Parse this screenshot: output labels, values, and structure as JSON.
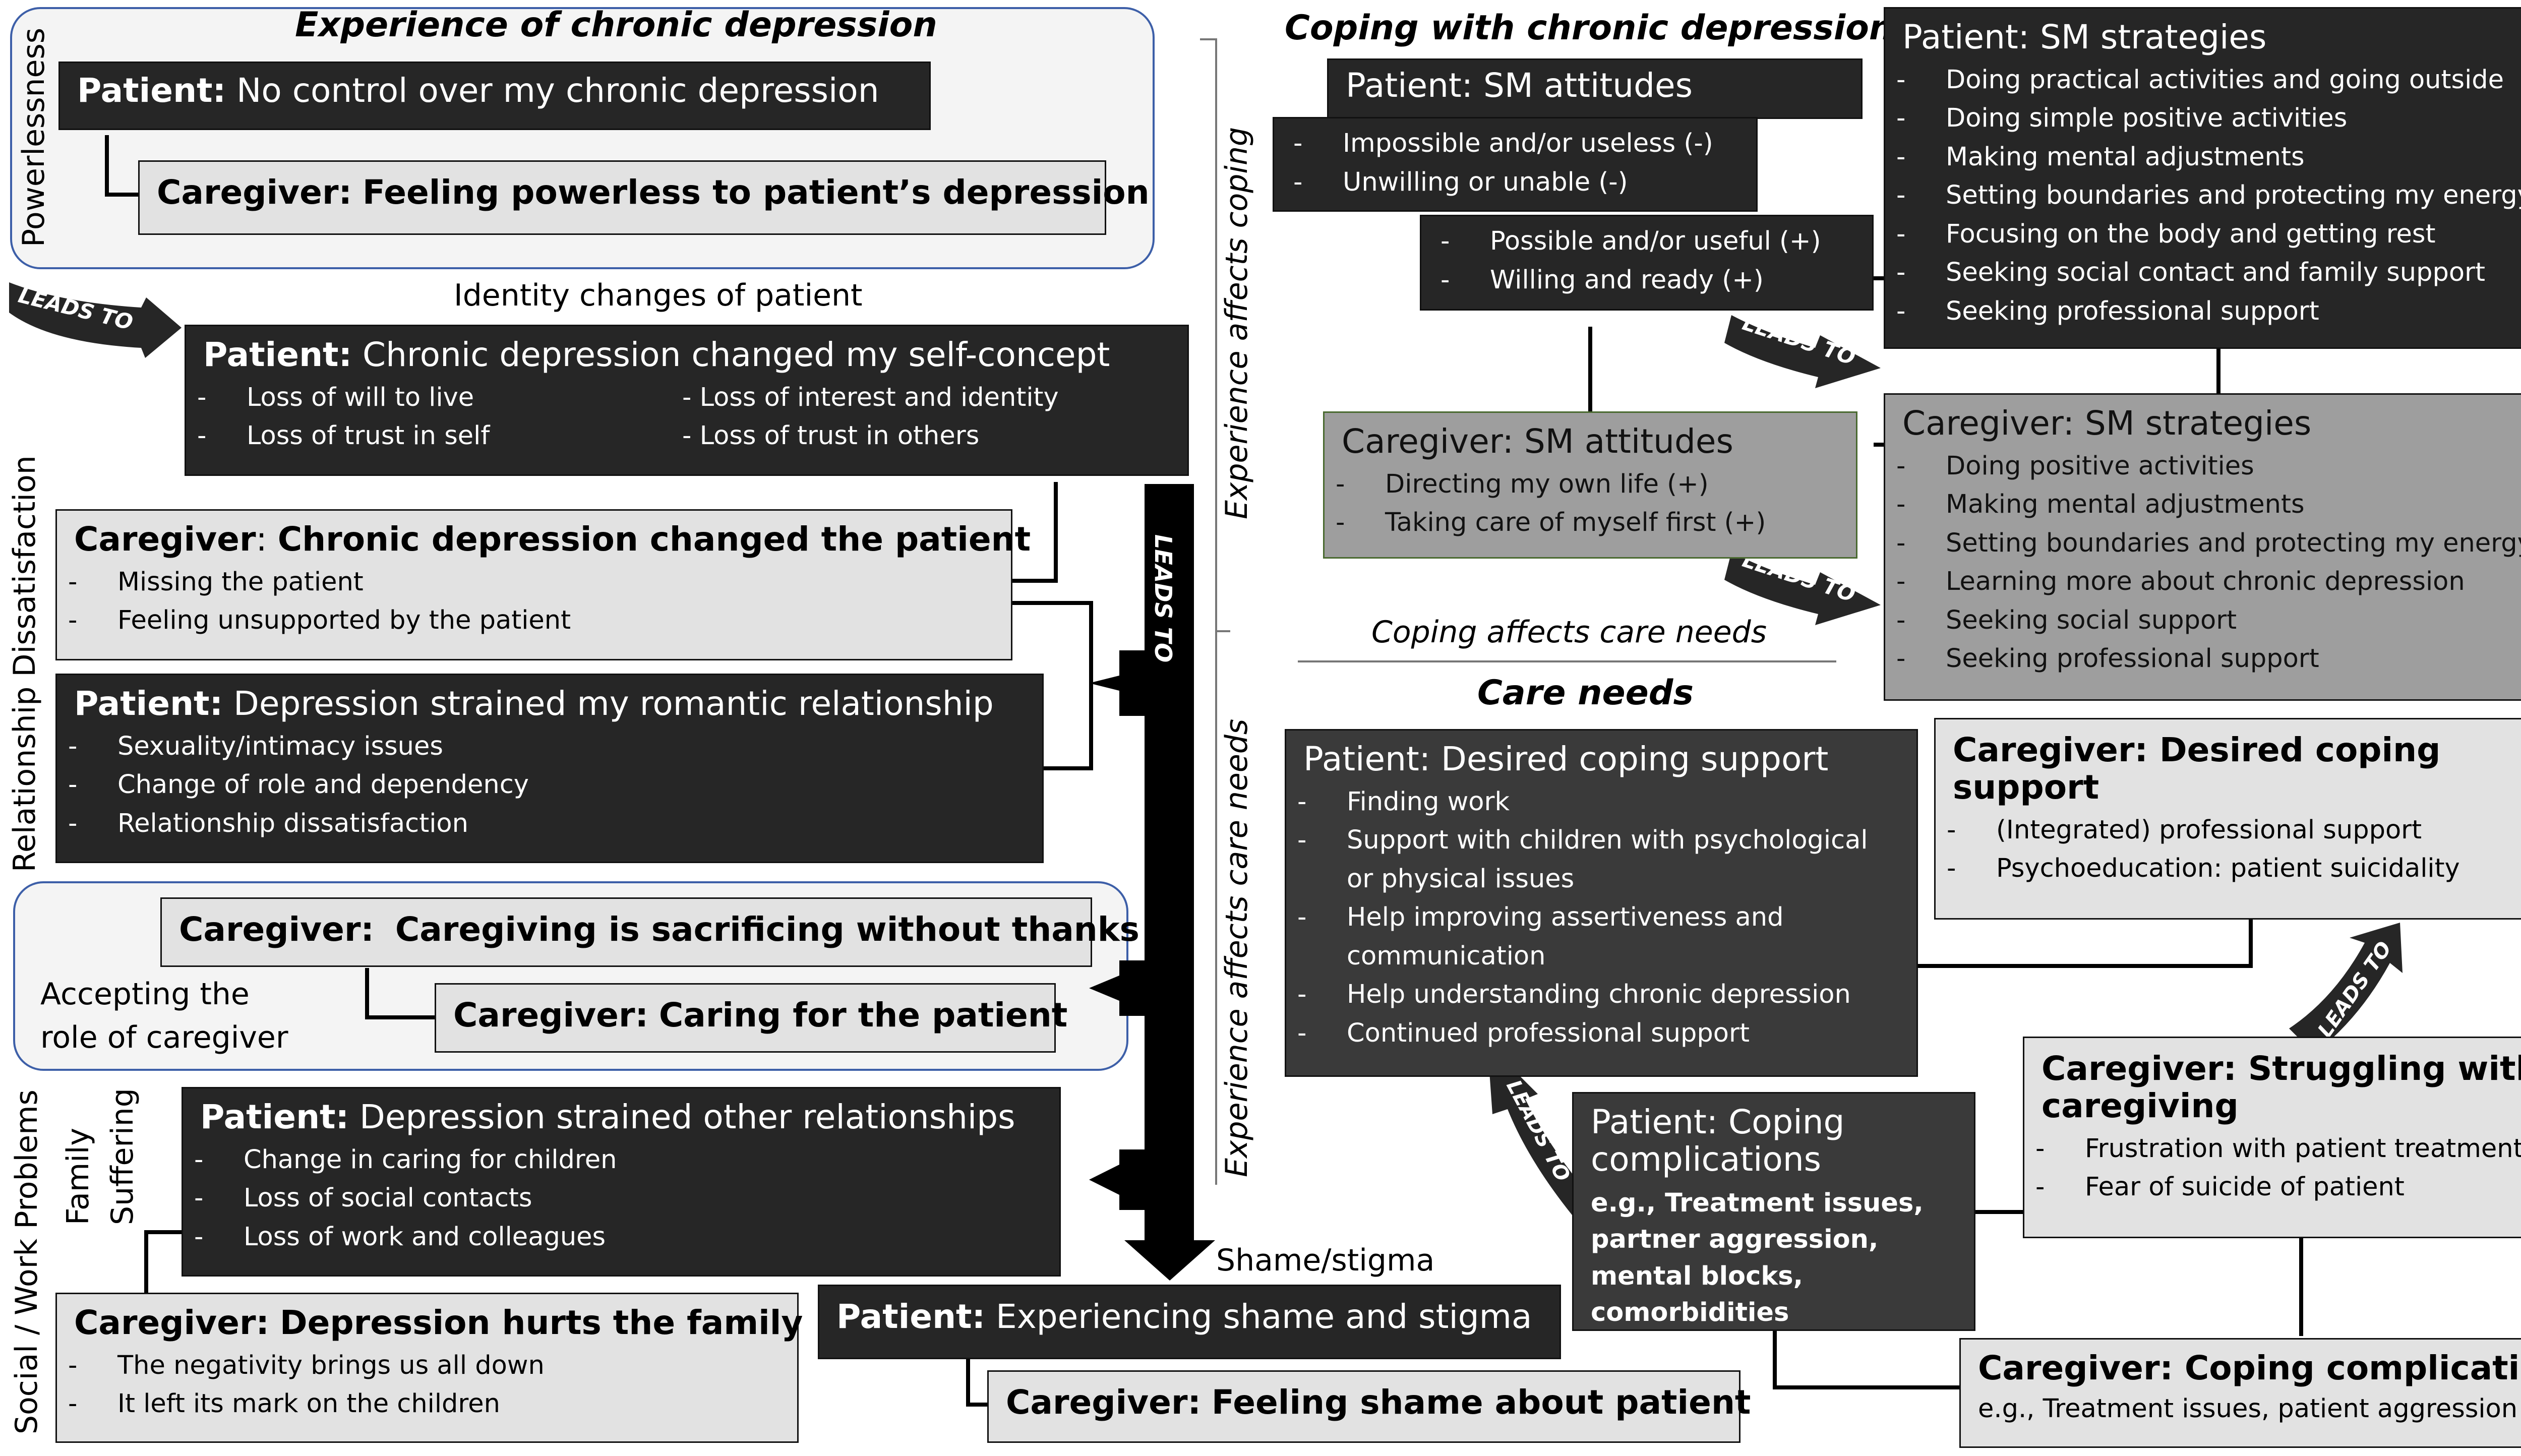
{
  "headers": {
    "experience": "Experience of chronic depression",
    "coping": "Coping with chronic depression",
    "care_needs": "Care needs",
    "coping_affects_care": "Coping affects care needs",
    "experience_affects_coping": "Experience affects coping",
    "experience_affects_care": "Experience affects care needs"
  },
  "side_labels": {
    "powerlessness": "Powerlessness",
    "relationship": "Relationship Dissatisfaction",
    "social_work": "Social / Work Problems",
    "family_suffering_1": "Family",
    "family_suffering_2": "Suffering",
    "identity": "Identity changes of patient",
    "accepting_1": "Accepting the",
    "accepting_2": "role of caregiver",
    "shame": "Shame/stigma"
  },
  "arrow_text": "LEADS TO",
  "boxes": {
    "p_no_control": {
      "who": "Patient:",
      "text": "No control over my chronic depression"
    },
    "c_powerless": {
      "who": "Caregiver:",
      "text": "Feeling powerless to patient’s depression"
    },
    "p_self_concept": {
      "who": "Patient:",
      "text": "Chronic depression changed my self-concept",
      "items_left": [
        "Loss of will to live",
        "Loss of trust in self"
      ],
      "items_right": [
        "- Loss of interest and identity",
        "- Loss of trust in others"
      ]
    },
    "c_changed_patient": {
      "who": "Caregiver",
      "sep": ": ",
      "text": "Chronic depression changed the patient",
      "items": [
        "Missing the patient",
        "Feeling unsupported by the patient"
      ]
    },
    "p_romantic": {
      "who": "Patient:",
      "text": "Depression strained my romantic relationship",
      "items": [
        "Sexuality/intimacy issues",
        "Change of role and dependency",
        "Relationship dissatisfaction"
      ]
    },
    "c_sacrificing": {
      "who": "Caregiver:",
      "text": "Caregiving is sacrificing without thanks"
    },
    "c_caring": {
      "who": "Caregiver:",
      "text": "Caring for the patient"
    },
    "p_other_rel": {
      "who": "Patient:",
      "text": "Depression strained other relationships",
      "items": [
        "Change in caring for children",
        "Loss of social contacts",
        "Loss of work and colleagues"
      ]
    },
    "c_family": {
      "who": "Caregiver:",
      "text": "Depression hurts the family",
      "items": [
        "The negativity brings us all down",
        "It left its mark on the children"
      ]
    },
    "p_shame": {
      "who": "Patient:",
      "text": "Experiencing shame and stigma"
    },
    "c_shame": {
      "who": "Caregiver:",
      "text": "Feeling shame about patient"
    },
    "p_sm_attitudes": {
      "who": "Patient: SM attitudes"
    },
    "p_att_neg": {
      "items": [
        "Impossible and/or useless (-)",
        "Unwilling or unable (-)"
      ]
    },
    "p_att_pos": {
      "items": [
        "Possible and/or useful (+)",
        "Willing and ready (+)"
      ]
    },
    "p_sm_strategies": {
      "who": "Patient: SM strategies",
      "items": [
        "Doing practical activities and going outside",
        "Doing simple positive activities",
        "Making mental adjustments",
        "Setting boundaries and protecting my energy",
        "Focusing on the body and getting rest",
        "Seeking social contact and family support",
        "Seeking professional support"
      ]
    },
    "c_sm_attitudes": {
      "who": "Caregiver: SM attitudes",
      "items": [
        "Directing my own life (+)",
        "Taking care of myself first (+)"
      ]
    },
    "c_sm_strategies": {
      "who": "Caregiver: SM strategies",
      "items": [
        "Doing positive activities",
        "Making mental adjustments",
        "Setting boundaries and protecting my energy",
        "Learning more about chronic depression",
        "Seeking social support",
        "Seeking professional support"
      ]
    },
    "p_desired": {
      "who": "Patient: Desired coping support",
      "items": [
        "Finding work",
        "Support with children with psychological or physical issues",
        "Help improving assertiveness and communication",
        "Help understanding chronic depression",
        "Continued professional support"
      ]
    },
    "c_desired": {
      "who": "Caregiver: Desired coping support",
      "items": [
        "(Integrated) professional support",
        "Psychoeducation: patient suicidality"
      ]
    },
    "p_complications": {
      "who": "Patient: Coping complications",
      "text": "e.g., Treatment issues, partner aggression, mental blocks, comorbidities"
    },
    "c_struggling": {
      "who": "Caregiver: Struggling with caregiving",
      "items": [
        "Frustration with patient treatment",
        "Fear of suicide of patient"
      ]
    },
    "c_complications": {
      "who": "Caregiver: Coping complications",
      "text": "e.g., Treatment issues, patient aggression"
    }
  },
  "colors": {
    "dark_box": "#262626",
    "mid_box": "#3a3a3a",
    "grey_box": "#9e9e9e",
    "light_box": "#e2e2e2",
    "group_border": "#3d5fa8",
    "group_fill": "#f4f4f4"
  }
}
